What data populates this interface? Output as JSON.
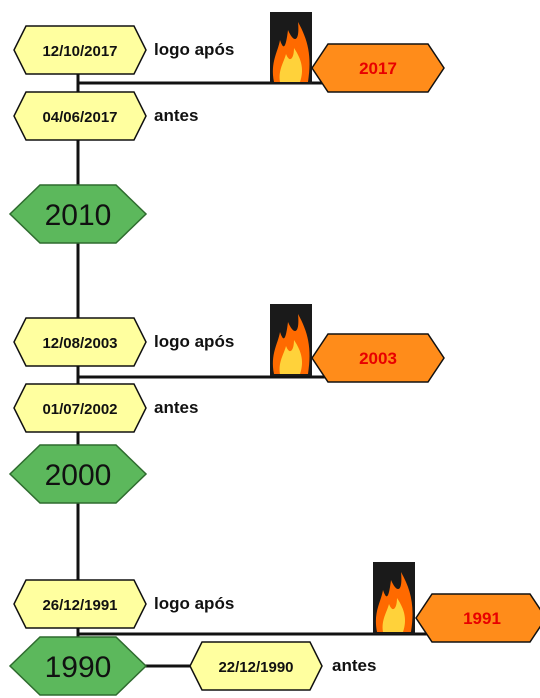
{
  "events": [
    {
      "fire_year": "2017",
      "after_date": "12/10/2017",
      "after_label": "logo após",
      "before_date": "04/06/2017",
      "before_label": "antes"
    },
    {
      "fire_year": "2003",
      "after_date": "12/08/2003",
      "after_label": "logo após",
      "before_date": "01/07/2002",
      "before_label": "antes"
    },
    {
      "fire_year": "1991",
      "after_date": "26/12/1991",
      "after_label": "logo após",
      "before_date": "22/12/1990",
      "before_label": "antes"
    }
  ],
  "decades": [
    "2010",
    "2000",
    "1990"
  ],
  "colors": {
    "date_fill": "#ffff9f",
    "fire_fill": "#ff8c1a",
    "fire_text": "#e80000",
    "decade_fill": "#5cb85c",
    "line": "#111111"
  }
}
